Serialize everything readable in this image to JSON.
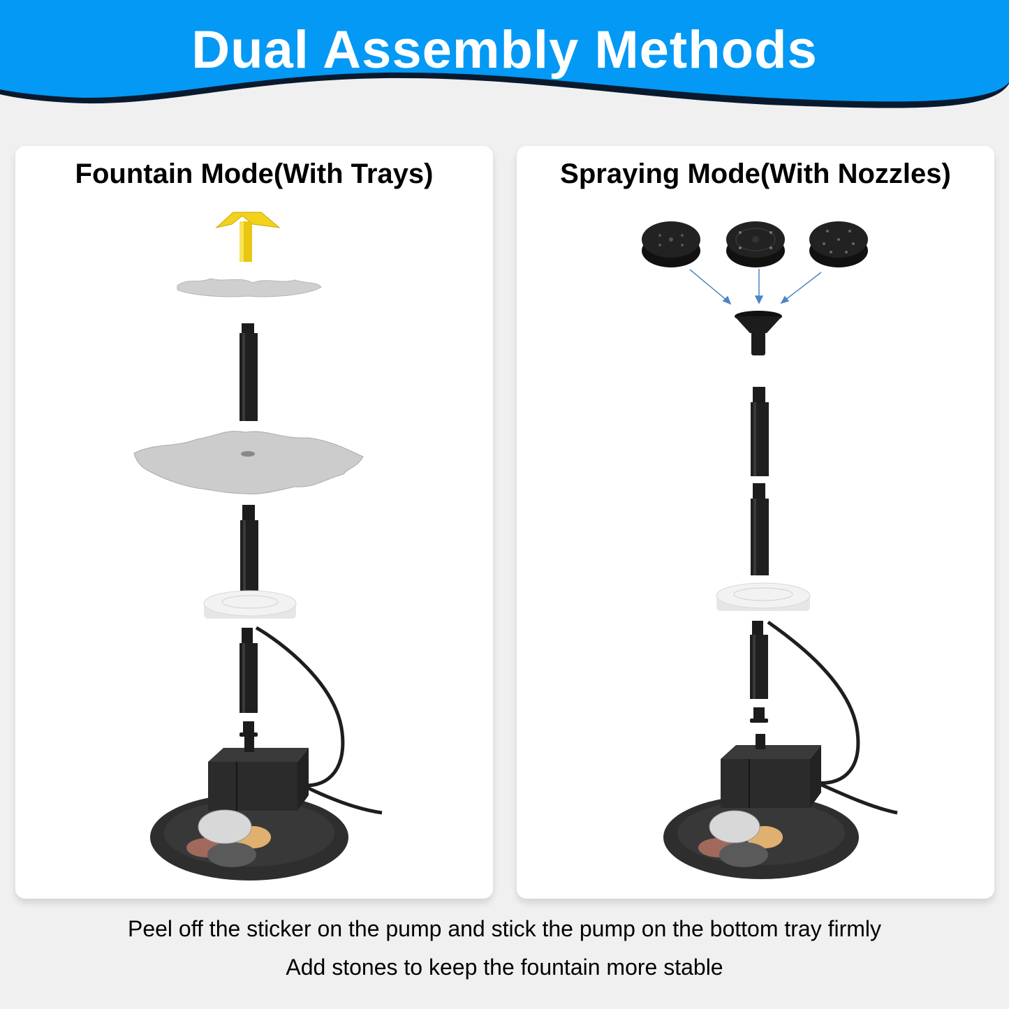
{
  "header": {
    "title": "Dual Assembly Methods",
    "banner_color": "#0399f5",
    "shadow_color": "#0a1a2e"
  },
  "panels": [
    {
      "title": "Fountain Mode(With Trays)",
      "parts": [
        "yellow-nozzle-topper",
        "small-wavy-tray",
        "extension-tube",
        "large-wavy-tray",
        "extension-tube",
        "floating-ring",
        "extension-tube",
        "adapter",
        "pump",
        "bottom-tray-with-stones"
      ]
    },
    {
      "title": "Spraying Mode(With Nozzles)",
      "parts": [
        "nozzle-head-1",
        "nozzle-head-2",
        "nozzle-head-3",
        "nozzle-base",
        "extension-tube",
        "extension-tube",
        "floating-ring",
        "extension-tube",
        "adapter",
        "pump",
        "bottom-tray-with-stones"
      ]
    }
  ],
  "captions": {
    "line1": "Peel off the sticker on the pump and stick the pump on the bottom tray firmly",
    "line2": "Add stones to keep the fountain more stable"
  },
  "colors": {
    "part_black": "#1c1c1c",
    "tray_gray": "#c9c9c9",
    "nozzle_yellow": "#f2d21b",
    "arrow_blue": "#4a86c5",
    "pump_dark": "#2a2a2a",
    "tray_dark": "#333333"
  }
}
